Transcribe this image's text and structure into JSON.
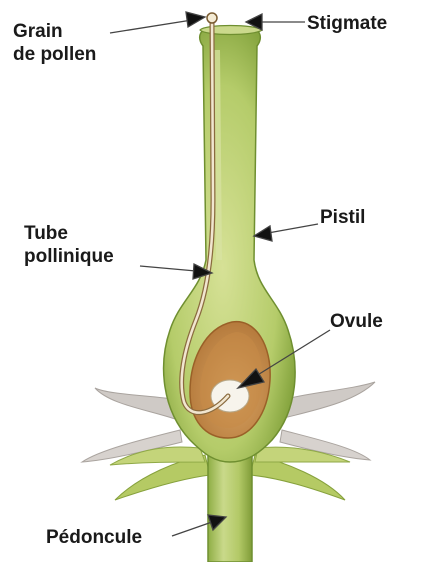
{
  "labels": {
    "grain": [
      "Grain",
      "de pollen"
    ],
    "stigmate": "Stigmate",
    "tube": [
      "Tube",
      "pollinique"
    ],
    "pistil": "Pistil",
    "ovule": "Ovule",
    "pedoncule": "Pédoncule"
  },
  "colors": {
    "pistil_green": "#b7cc6a",
    "pistil_dark": "#7fa03a",
    "ovary_light": "#cfdc8a",
    "ovule_brown": "#c58a45",
    "ovule_dark": "#9a6028",
    "sepal_grey": "#b9b3ae",
    "pollen_tube": "#e9dcc4",
    "label": "#1a1a1a"
  }
}
